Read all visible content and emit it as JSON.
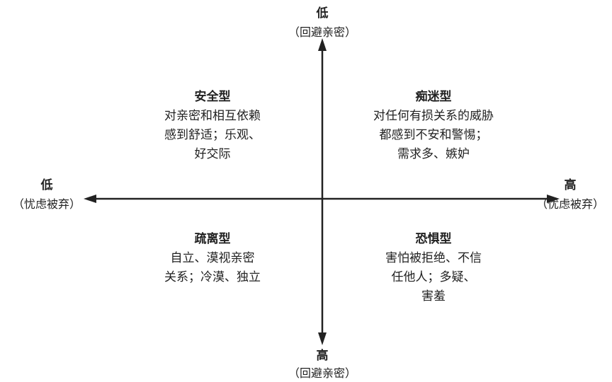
{
  "axes": {
    "top": {
      "level": "低",
      "dimension": "（回避亲密）"
    },
    "bottom": {
      "level": "高",
      "dimension": "（回避亲密）"
    },
    "left": {
      "level": "低",
      "dimension": "（忧虑被弃）"
    },
    "right": {
      "level": "高",
      "dimension": "（忧虑被弃）"
    }
  },
  "quadrants": {
    "top_left": {
      "title": "安全型",
      "lines": [
        "对亲密和相互依赖",
        "感到舒适；乐观、",
        "好交际"
      ]
    },
    "top_right": {
      "title": "痴迷型",
      "lines": [
        "对任何有损关系的威胁",
        "都感到不安和警惕；",
        "需求多、嫉妒"
      ]
    },
    "bottom_left": {
      "title": "疏离型",
      "lines": [
        "自立、漠视亲密",
        "关系；冷漠、独立"
      ]
    },
    "bottom_right": {
      "title": "恐惧型",
      "lines": [
        "害怕被拒绝、不信",
        "任他人；多疑、",
        "害羞"
      ]
    }
  }
}
